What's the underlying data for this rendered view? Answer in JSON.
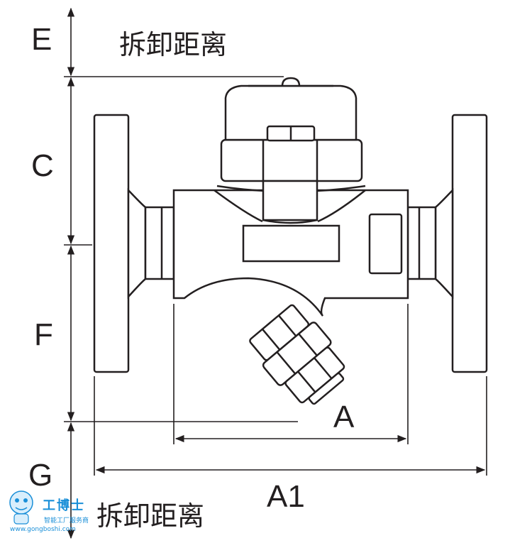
{
  "labels": {
    "E": "E",
    "C": "C",
    "F": "F",
    "G": "G",
    "A": "A",
    "A1": "A1"
  },
  "annotations": {
    "removal_top": "拆卸距离",
    "removal_bottom": "拆卸距离"
  },
  "watermark": {
    "brand": "工博士",
    "tagline": "智能工厂服务商",
    "url": "www.gongboshi.com"
  },
  "colors": {
    "ink": "#231f20",
    "fill": "#ffffff",
    "watermark_blue": "#1a8fd8"
  }
}
